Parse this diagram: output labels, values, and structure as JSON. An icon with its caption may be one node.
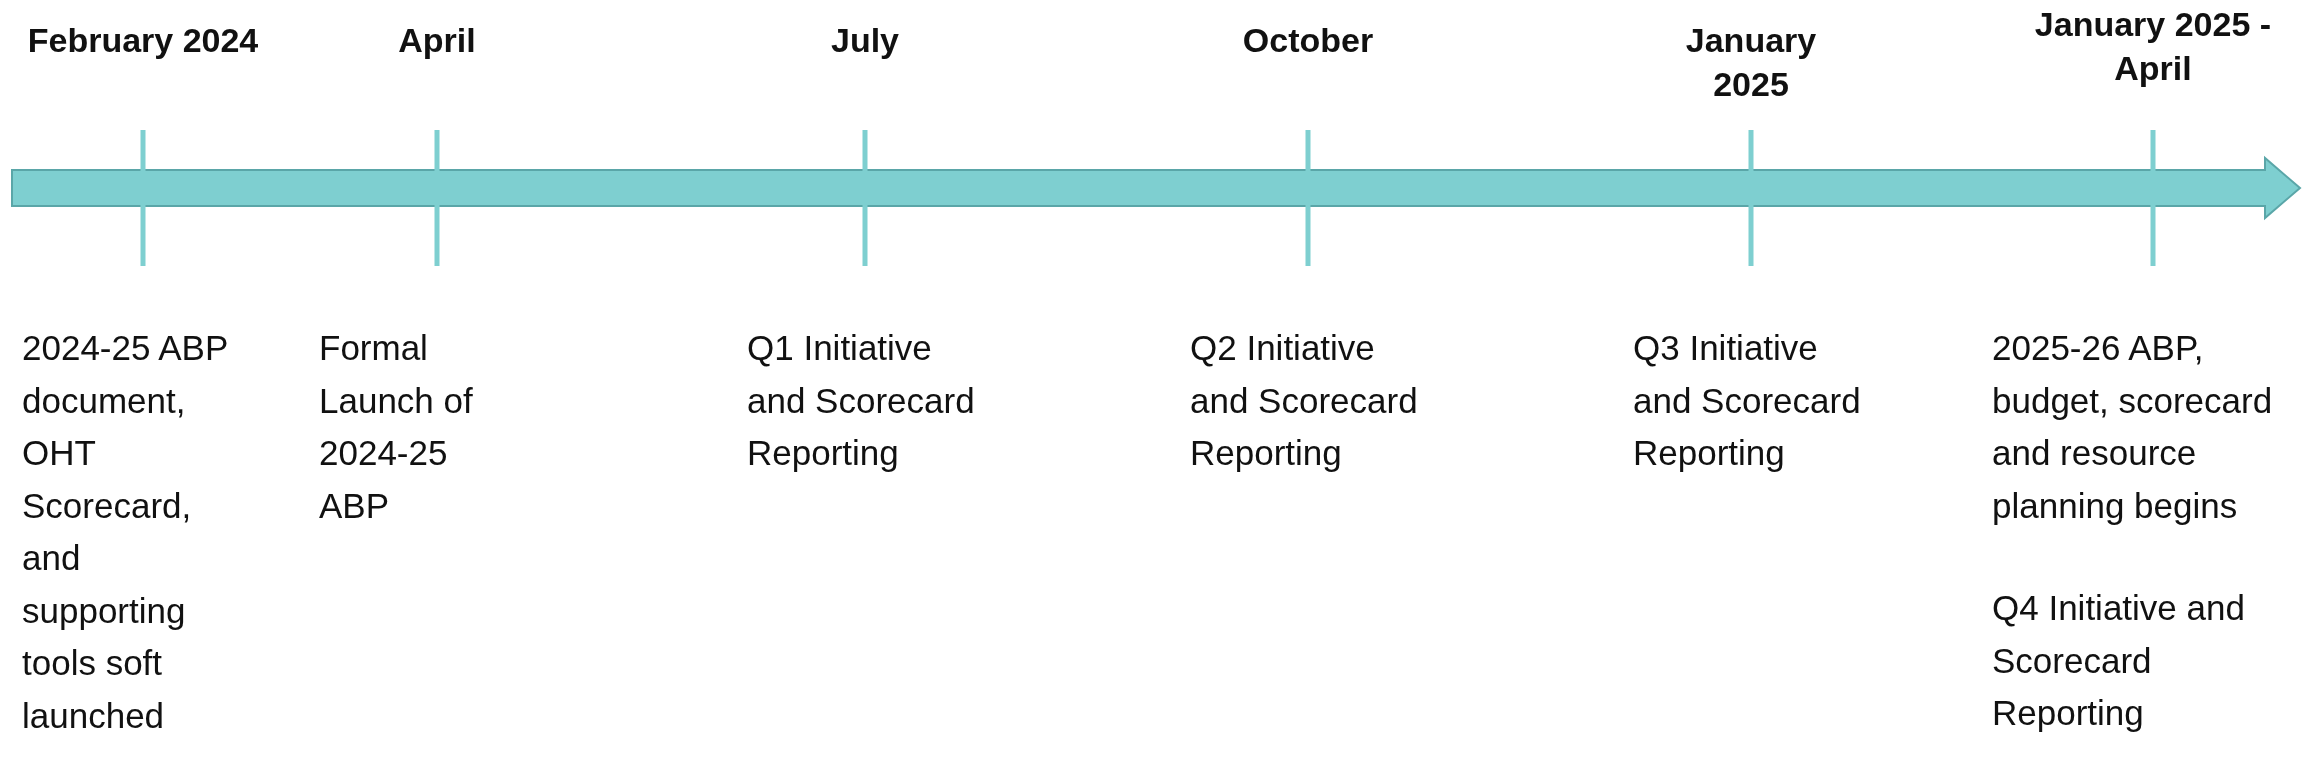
{
  "diagram": {
    "labels": [
      "February 2024",
      "April",
      "July",
      "October",
      "January 2025",
      "January 2025 - April",
      "2024-25 ABP document, OHT Scorecard, and supporting tools soft launched",
      "Formal Launch of 2024-25 ABP",
      "Q1 Initiative and Scorecard Reporting",
      "Q2 Initiative and Scorecard Reporting",
      "Q3 Initiative and Scorecard Reporting",
      "2025-26 ABP, budget, scorecard and resource planning begins",
      "Q4 Initiative and Scorecard Reporting"
    ]
  }
}
